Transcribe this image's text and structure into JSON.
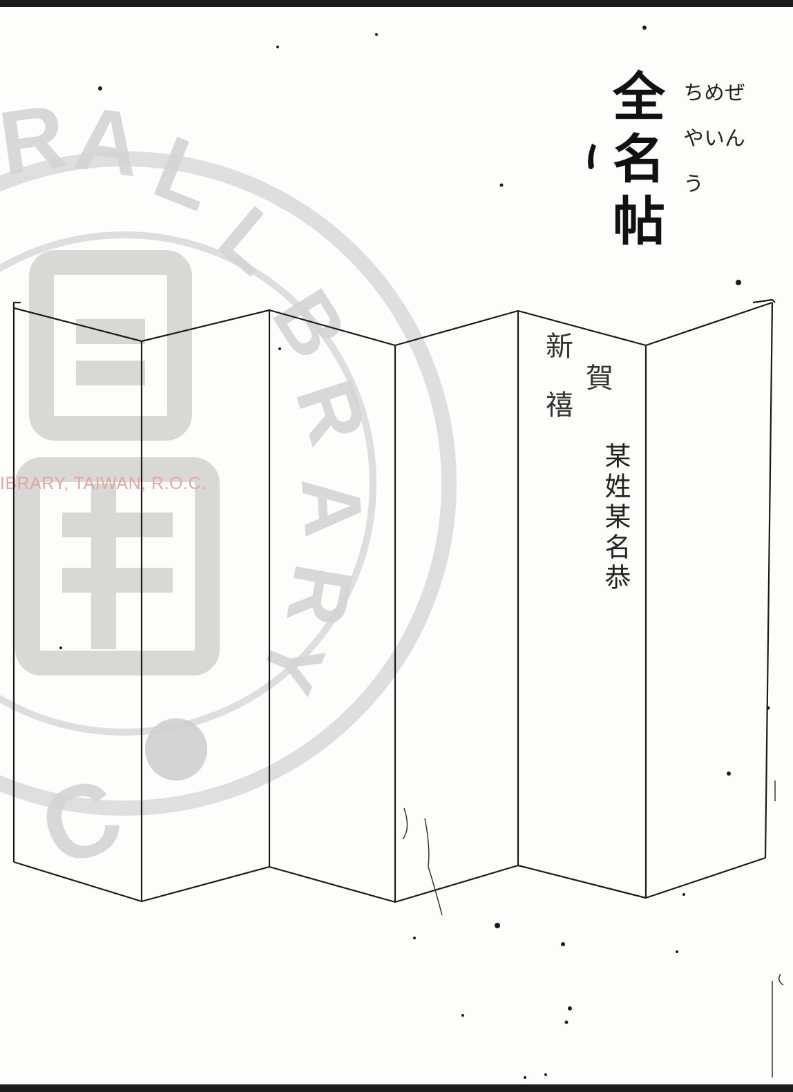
{
  "title": "全名帖",
  "title_reading": [
    "ぜん",
    "めい",
    "ちやう"
  ],
  "screen_inscription": {
    "line1": "新",
    "line2": "賀",
    "line3": "禧",
    "signature": "某姓某名恭"
  },
  "watermark": {
    "text": "IBRARY, TAIWAN, R.O.C.",
    "seal_letters": "RAL LIBRARY C",
    "color": "#e3a6a2"
  }
}
